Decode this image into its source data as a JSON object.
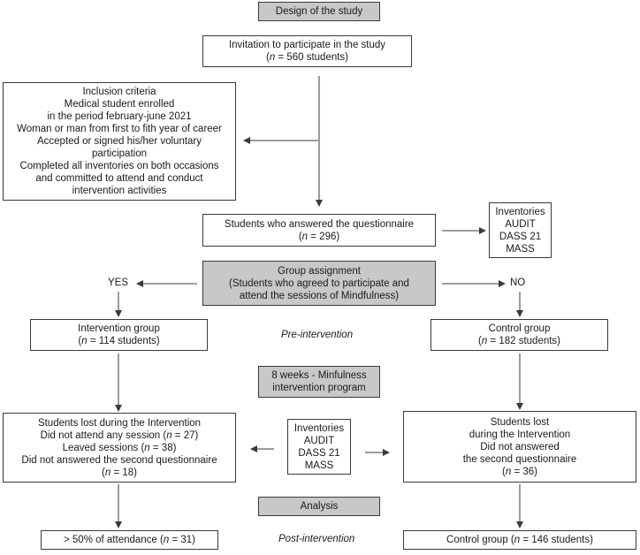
{
  "design": {
    "title": "Design of the study"
  },
  "invitation": {
    "line1": "Invitation to participate in the study",
    "n_prefix": "n",
    "n_rest": " = 560 students)"
  },
  "inclusion": {
    "lines": [
      "Inclusion criteria",
      "Medical student enrolled",
      "in the period february-june 2021",
      "Woman or man from first to fith year of career",
      "Accepted or signed his/her voluntary",
      "participation",
      "Completed all inventories on both occasions",
      "and committed to attend and conduct",
      "intervention activities"
    ]
  },
  "answered": {
    "line1": "Students who answered the questionnaire",
    "n_prefix": "n",
    "n_rest": " = 296)"
  },
  "inventories_top": {
    "lines": [
      "Inventories",
      "AUDIT",
      "DASS 21",
      "MASS"
    ]
  },
  "group_assignment": {
    "lines": [
      "Group assignment",
      "(Students who agreed to participate and",
      "attend the sessions of Mindfulness)"
    ]
  },
  "yes_label": "YES",
  "no_label": "NO",
  "intervention_group": {
    "line1": "Intervention group",
    "n_prefix": "n",
    "n_rest": " = 114 students)"
  },
  "pre_intervention": "Pre-intervention",
  "control_group": {
    "line1": "Control group",
    "n_prefix": "n",
    "n_rest": " = 182 students)"
  },
  "program": {
    "lines": [
      "8 weeks - Minfulness",
      "intervention program"
    ]
  },
  "lost_intervention": {
    "line1": "Students lost during the Intervention",
    "line2_pre": "Did not attend any session (",
    "line2_n": "n",
    "line2_post": " = 27)",
    "line3_pre": "Leaved sessions (",
    "line3_n": "n",
    "line3_post": " = 38)",
    "line4": "Did not answered the second questionnaire",
    "line5_n": "n",
    "line5_post": " = 18)"
  },
  "inventories_mid": {
    "lines": [
      "Inventories",
      "AUDIT",
      "DASS 21",
      "MASS"
    ]
  },
  "lost_control": {
    "lines": [
      "Students lost",
      "during the Intervention",
      "Did not answered",
      "the second questionnaire"
    ],
    "n_prefix": "n",
    "n_rest": " = 36)"
  },
  "analysis": {
    "title": "Analysis"
  },
  "attendance": {
    "pre": "> 50% of attendance (",
    "n": "n",
    "post": " = 31)"
  },
  "post_intervention": "Post-intervention",
  "control_final": {
    "pre": "Control group (",
    "n": "n",
    "post": " = 146 students)"
  }
}
